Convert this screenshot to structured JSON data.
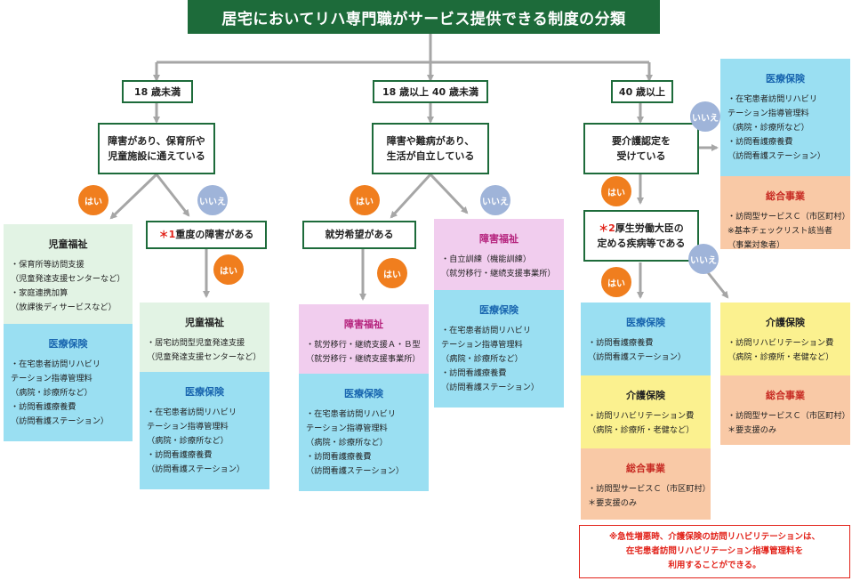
{
  "title": "居宅においてリハ専門職がサービス提供できる制度の分類",
  "ages": {
    "under18": "18 歳未満",
    "mid": "18 歳以上 40 歳未満",
    "over40": "40 歳以上"
  },
  "questions": {
    "q1": [
      "障害があり、保育所や",
      "児童施設に通えている"
    ],
    "q2": [
      "障害や難病があり、",
      "生活が自立している"
    ],
    "q3": [
      "要介護認定を",
      "受けている"
    ],
    "q4_mark": "＊1",
    "q4": "重度の障害がある",
    "q5": "就労希望がある",
    "q6_mark": "＊2",
    "q6": [
      "厚生労働大臣の",
      "定める疾病等である"
    ]
  },
  "answers": {
    "yes": "はい",
    "no": "いいえ"
  },
  "panels": {
    "p1": {
      "title": "児童福祉",
      "lines": [
        "・保育所等訪問支援",
        "（児童発達支援センターなど）",
        "・家庭連携加算",
        "（放課後ディサービスなど）"
      ]
    },
    "p2": {
      "title": "医療保険",
      "lines": [
        "・在宅患者訪問リハビリ",
        "テーション指導管理料",
        "（病院・診療所など）",
        "・訪問看護療養費",
        "（訪問看護ステーション）"
      ]
    },
    "p3": {
      "title": "児童福祉",
      "lines": [
        "・居宅訪問型児童発達支援",
        "（児童発達支援センターなど）"
      ]
    },
    "p4": {
      "title": "医療保険",
      "lines": [
        "・在宅患者訪問リハビリ",
        "テーション指導管理料",
        "（病院・診療所など）",
        "・訪問看護療養費",
        "（訪問看護ステーション）"
      ]
    },
    "p5": {
      "title": "障害福祉",
      "lines": [
        "・就労移行・継続支援Ａ・Ｂ型",
        "（就労移行・継続支援事業所）"
      ]
    },
    "p6": {
      "title": "医療保険",
      "lines": [
        "・在宅患者訪問リハビリ",
        "テーション指導管理料",
        "（病院・診療所など）",
        "・訪問看護療養費",
        "（訪問看護ステーション）"
      ]
    },
    "p7": {
      "title": "障害福祉",
      "lines": [
        "・自立訓練（機能訓練）",
        "（就労移行・継続支援事業所）"
      ]
    },
    "p8": {
      "title": "医療保険",
      "lines": [
        "・在宅患者訪問リハビリ",
        "テーション指導管理料",
        "（病院・診療所など）",
        "・訪問看護療養費",
        "（訪問看護ステーション）"
      ]
    },
    "p9": {
      "title": "医療保険",
      "lines": [
        "・訪問看護療養費",
        "（訪問看護ステーション）"
      ]
    },
    "p10": {
      "title": "介護保険",
      "lines": [
        "・訪問リハビリテーション費",
        "（病院・診療所・老健など）"
      ]
    },
    "p11": {
      "title": "総合事業",
      "lines": [
        "・訪問型サービスＣ（市区町村）",
        "＊要支援のみ"
      ]
    },
    "p12": {
      "title": "医療保険",
      "lines": [
        "・在宅患者訪問リハビリ",
        "テーション指導管理料",
        "（病院・診療所など）",
        "・訪問看護療養費",
        "（訪問看護ステーション）"
      ]
    },
    "p13": {
      "title": "総合事業",
      "lines": [
        "・訪問型サービスＣ（市区町村）",
        "※基本チェックリスト該当者",
        "（事業対象者）"
      ]
    },
    "p14": {
      "title": "介護保険",
      "lines": [
        "・訪問リハビリテーション費",
        "（病院・診療所・老健など）"
      ]
    },
    "p15": {
      "title": "総合事業",
      "lines": [
        "・訪問型サービスＣ（市区町村）",
        "＊要支援のみ"
      ]
    }
  },
  "note": [
    "※急性増悪時、介護保険の訪問リハビリテーションは、",
    "在宅患者訪問リハビリテーション指導管理料を",
    "利用することができる。"
  ],
  "colors": {
    "frame": "#1d6b3a",
    "yes": "#f07e1e",
    "no": "#9fb4d9",
    "line": "#a6a6a6",
    "accent_red": "#e2231a"
  }
}
